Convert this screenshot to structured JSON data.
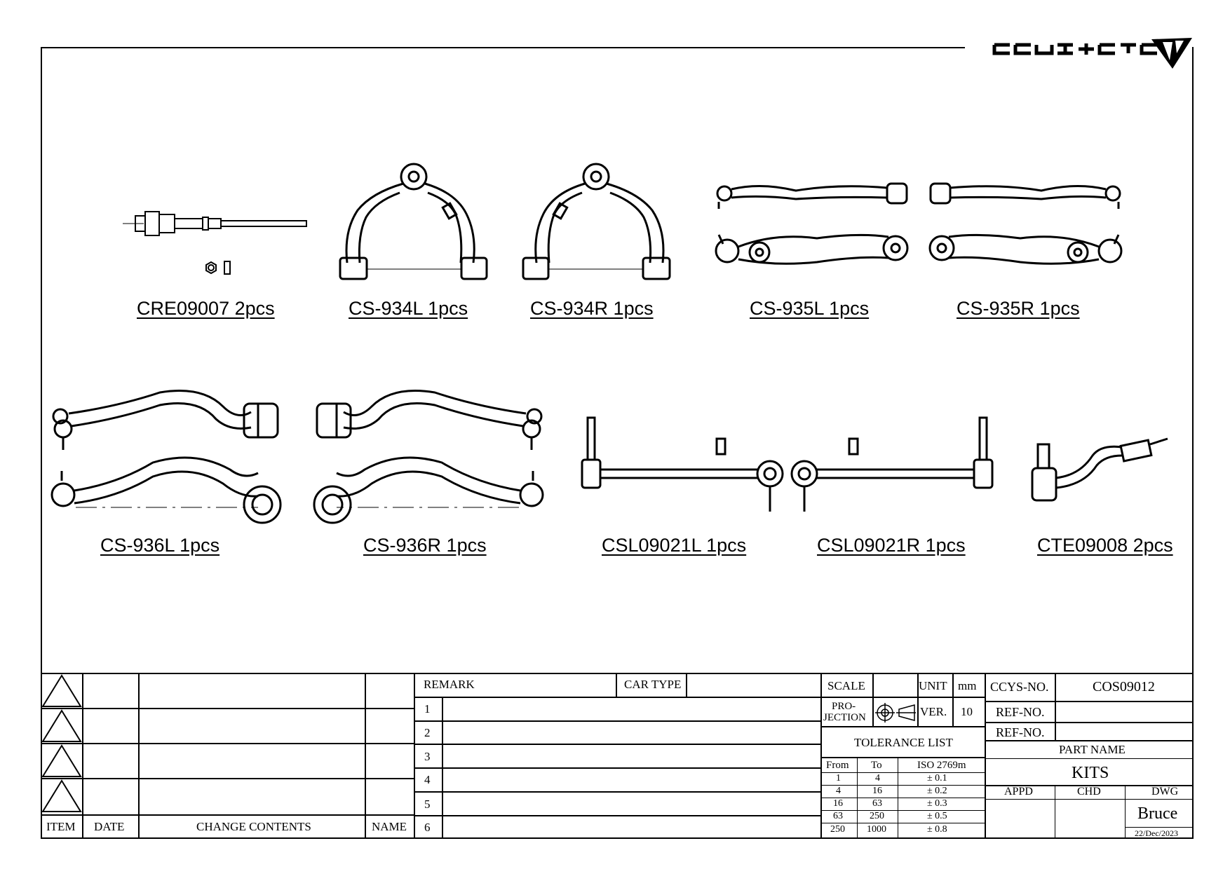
{
  "logo": {
    "text": "CCYS+CTC",
    "icon": "ccys-ctc-logo"
  },
  "parts": [
    {
      "label": "CRE09007 2pcs"
    },
    {
      "label": "CS-934L 1pcs"
    },
    {
      "label": "CS-934R 1pcs"
    },
    {
      "label": "CS-935L 1pcs"
    },
    {
      "label": "CS-935R 1pcs"
    },
    {
      "label": "CS-936L 1pcs"
    },
    {
      "label": "CS-936R 1pcs"
    },
    {
      "label": "CSL09021L 1pcs"
    },
    {
      "label": "CSL09021R 1pcs"
    },
    {
      "label": "CTE09008 2pcs"
    }
  ],
  "revision_table": {
    "headers": {
      "item": "ITEM",
      "date": "DATE",
      "change_contents": "CHANGE CONTENTS",
      "name": "NAME"
    }
  },
  "remark_table": {
    "remark_label": "REMARK",
    "car_type_label": "CAR TYPE",
    "rows": [
      "1",
      "2",
      "3",
      "4",
      "5",
      "6"
    ]
  },
  "specs": {
    "scale_label": "SCALE",
    "unit_label": "UNIT",
    "unit_value": "mm",
    "projection_label_1": "PRO-",
    "projection_label_2": "JECTION",
    "ver_label": "VER.",
    "ver_value": "10",
    "tolerance_title": "TOLERANCE LIST",
    "tolerance_headers": {
      "from": "From",
      "to": "To",
      "std": "ISO 2769m"
    },
    "tolerance_rows": [
      {
        "from": "1",
        "to": "4",
        "tol": "± 0.1"
      },
      {
        "from": "4",
        "to": "16",
        "tol": "± 0.2"
      },
      {
        "from": "16",
        "to": "63",
        "tol": "± 0.3"
      },
      {
        "from": "63",
        "to": "250",
        "tol": "± 0.5"
      },
      {
        "from": "250",
        "to": "1000",
        "tol": "± 0.8"
      }
    ]
  },
  "info": {
    "ccys_no_label": "CCYS-NO.",
    "ccys_no_value": "COS09012",
    "ref_no_label_1": "REF-NO.",
    "ref_no_label_2": "REF-NO.",
    "part_name_label": "PART NAME",
    "part_name_value": "KITS",
    "appd_label": "APPD",
    "chd_label": "CHD",
    "dwg_label": "DWG",
    "dwg_name": "Bruce",
    "dwg_date": "22/Dec/2023"
  }
}
